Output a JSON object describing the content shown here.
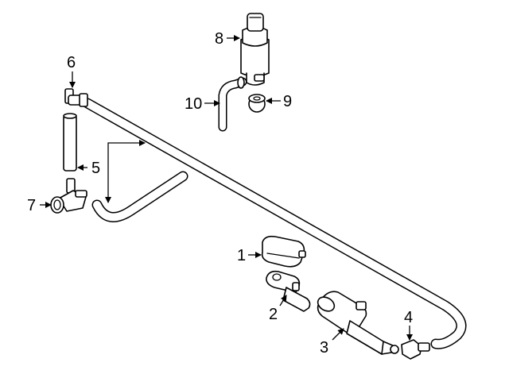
{
  "diagram": {
    "callouts": [
      {
        "key": "c1",
        "label": "1",
        "part": "reservoir-cap"
      },
      {
        "key": "c2",
        "label": "2",
        "part": "washer-nozzle-body"
      },
      {
        "key": "c3",
        "label": "3",
        "part": "telescopic-cylinder"
      },
      {
        "key": "c4",
        "label": "4",
        "part": "elbow-connector"
      },
      {
        "key": "c5",
        "label": "5",
        "part": "washer-hose"
      },
      {
        "key": "c6",
        "label": "6",
        "part": "elbow-fitting"
      },
      {
        "key": "c7",
        "label": "7",
        "part": "tee-connector"
      },
      {
        "key": "c8",
        "label": "8",
        "part": "washer-pump"
      },
      {
        "key": "c9",
        "label": "9",
        "part": "pump-grommet"
      },
      {
        "key": "c10",
        "label": "10",
        "part": "pump-elbow-hose"
      }
    ]
  }
}
